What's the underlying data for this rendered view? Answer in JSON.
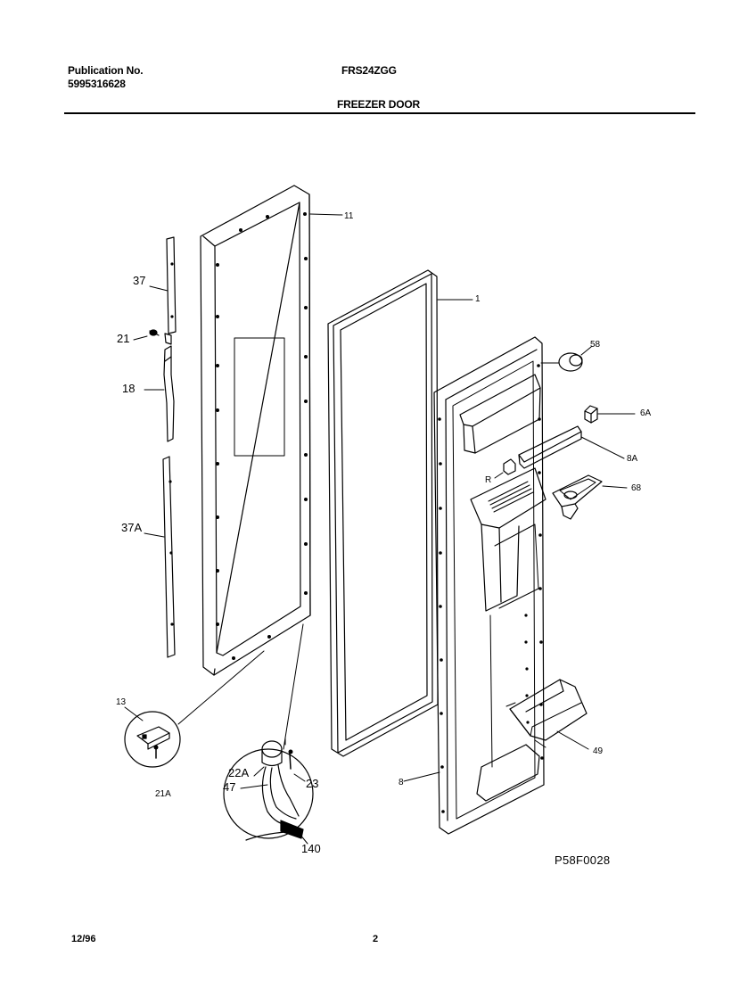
{
  "header": {
    "publication_label": "Publication No.",
    "publication_number": "5995316628",
    "model": "FRS24ZGG",
    "section_title": "FREEZER DOOR"
  },
  "footer": {
    "date": "12/96",
    "page": "2"
  },
  "diagram_code": "P58F0028",
  "part_labels": {
    "p11": "11",
    "p1": "1",
    "p37": "37",
    "p21": "21",
    "p18": "18",
    "p37A": "37A",
    "p58": "58",
    "p6A": "6A",
    "p8A": "8A",
    "pR": "R",
    "p68": "68",
    "p49": "49",
    "p8": "8",
    "p13": "13",
    "p21A": "21A",
    "p22A": "22A",
    "p47": "47",
    "p23": "23",
    "p140": "140"
  }
}
